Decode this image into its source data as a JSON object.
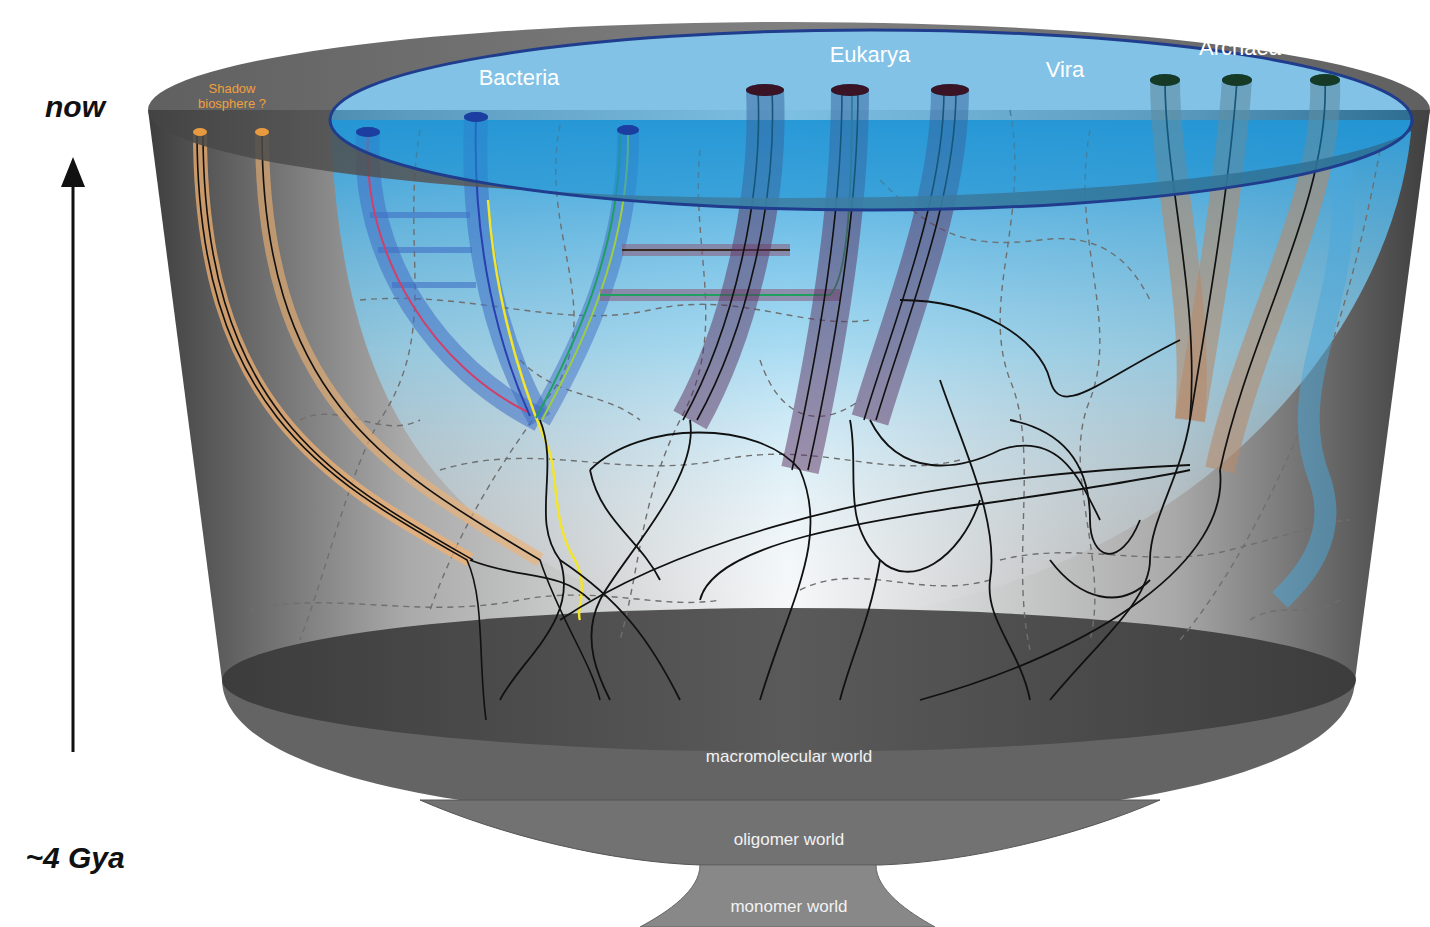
{
  "diagram": {
    "labels": [
      "now",
      "~4 Gya",
      "Shadow biosphere ?",
      "Bacteria",
      "Eukarya",
      "Vira",
      "Archaea",
      "macromolecular world",
      "oligomer world",
      "monomer world"
    ]
  }
}
